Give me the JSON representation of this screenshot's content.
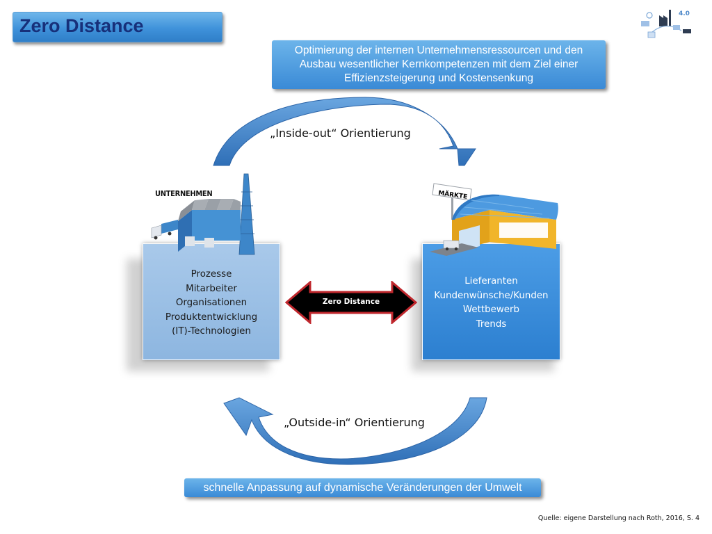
{
  "title": "Zero Distance",
  "top_box": {
    "lines": [
      "Optimierung der internen Unternehmensressourcen und den",
      "Ausbau wesentlicher Kernkompetenzen mit dem Ziel einer",
      "Effizienzsteigerung und Kostensenkung"
    ]
  },
  "inside_out_label": "„Inside-out“ Orientierung",
  "outside_in_label": "„Outside-in“ Orientierung",
  "left_panel": {
    "caption": "UNTERNEHMEN",
    "items": [
      "Prozesse",
      "Mitarbeiter",
      "Organisationen",
      "Produktentwicklung",
      "(IT)-Technologien"
    ]
  },
  "right_panel": {
    "sign": "MÄRKTE",
    "items": [
      "Lieferanten",
      "Kundenwünsche/Kunden",
      "Wettbewerb",
      "Trends"
    ]
  },
  "center_arrow_label": "Zero Distance",
  "bottom_box": "schnelle Anpassung auf dynamische Veränderungen der Umwelt",
  "logo_text": "4.0",
  "source": "Quelle: eigene Darstellung nach Roth, 2016, S. 4",
  "colors": {
    "accent_blue": "#3a8ad6",
    "title_text": "#17307a",
    "arrow_blue": "#4a86c8",
    "center_arrow": "#000000",
    "center_arrow_border": "#c0272d"
  }
}
